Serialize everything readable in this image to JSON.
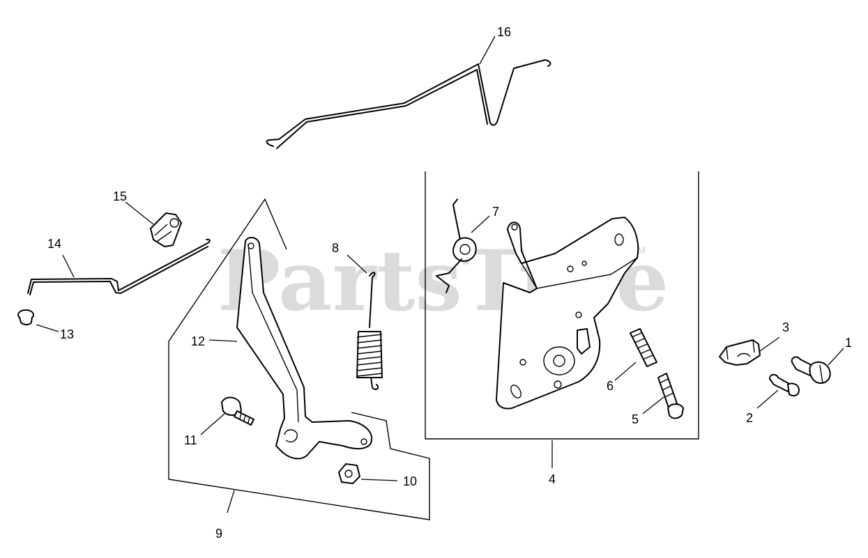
{
  "watermark": {
    "text": "PartsTree",
    "tm": "TM"
  },
  "callouts": {
    "c1": "1",
    "c2": "2",
    "c3": "3",
    "c4": "4",
    "c5": "5",
    "c6": "6",
    "c7": "7",
    "c8": "8",
    "c9": "9",
    "c10": "10",
    "c11": "11",
    "c12": "12",
    "c13": "13",
    "c14": "14",
    "c15": "15",
    "c16": "16"
  }
}
